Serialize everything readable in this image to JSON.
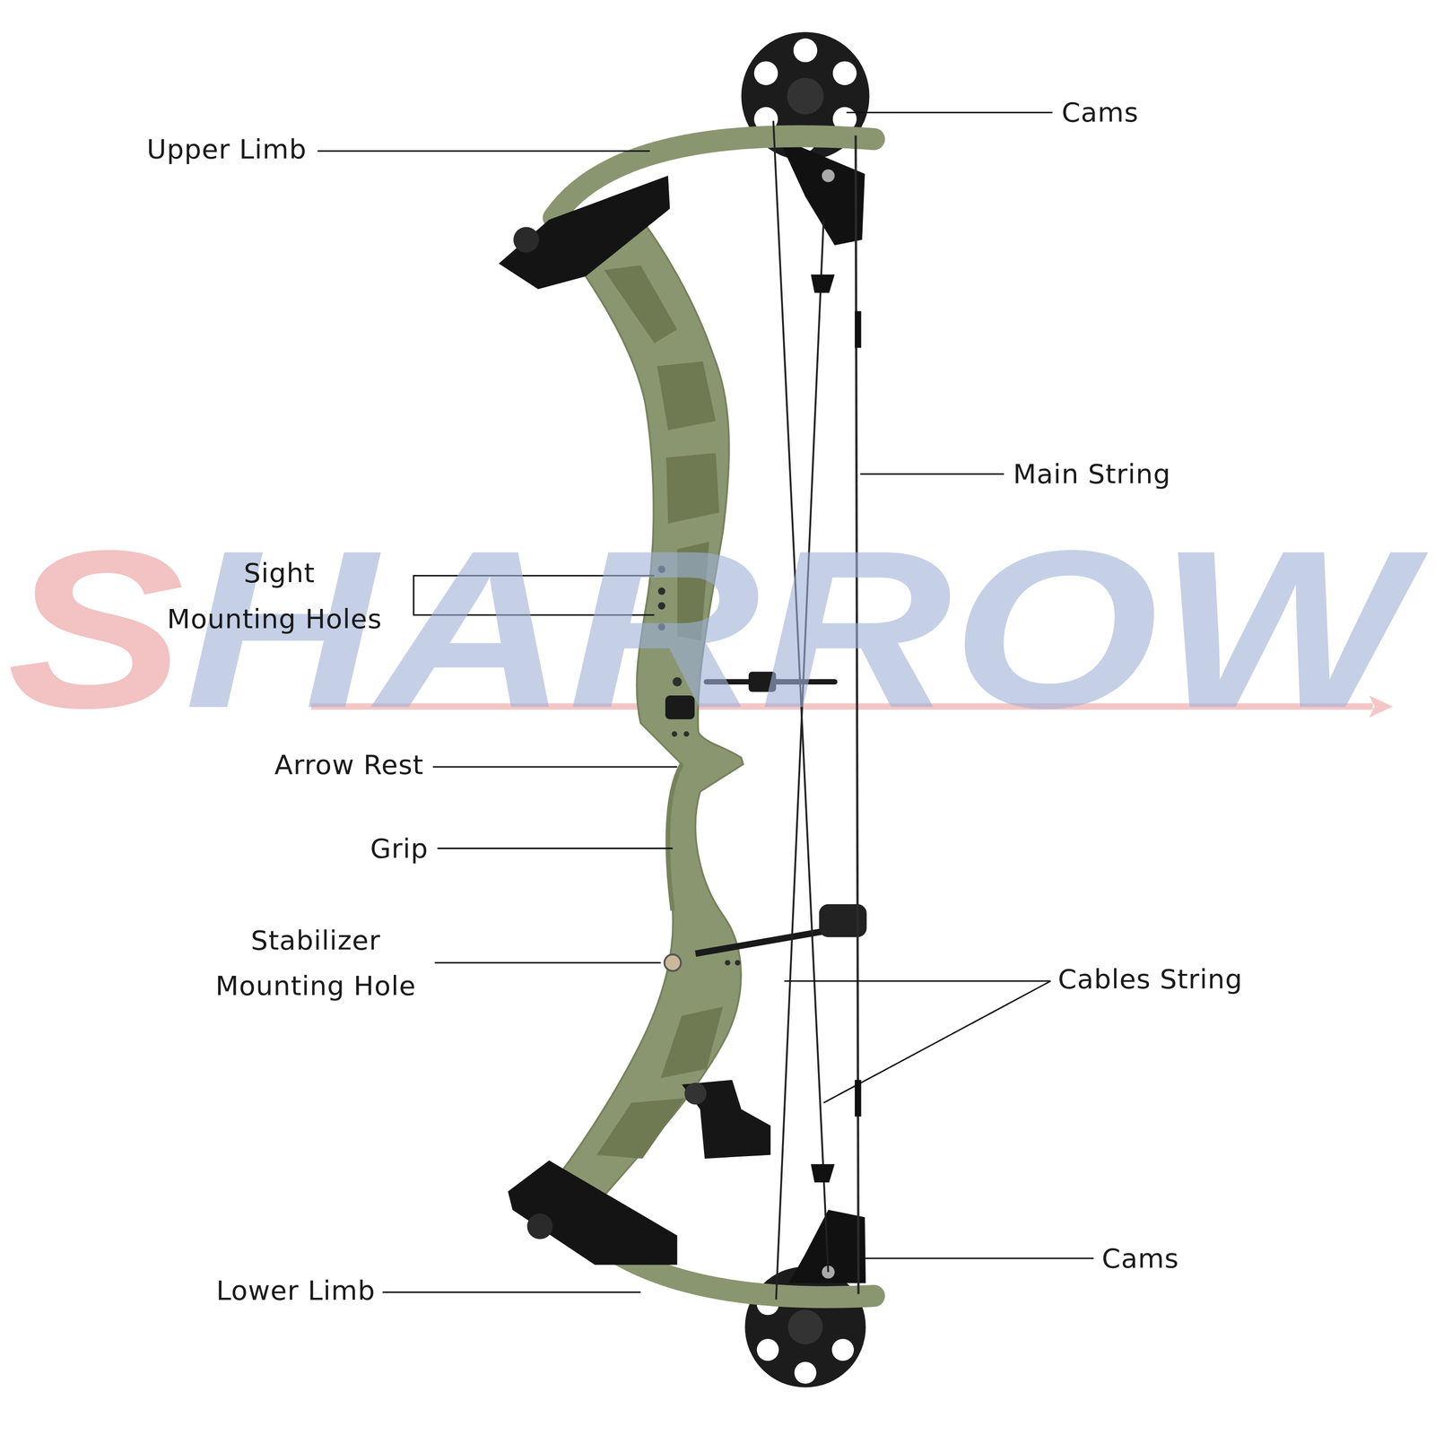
{
  "diagram": {
    "labels": [
      "Cams",
      "Upper Limb",
      "Main String",
      "SHARROW",
      "Sight Mounting Holes",
      "Arrow Rest",
      "Grip",
      "Stabilizer Mounting Hole",
      "Cables String",
      "Cams",
      "Lower Limb"
    ]
  }
}
